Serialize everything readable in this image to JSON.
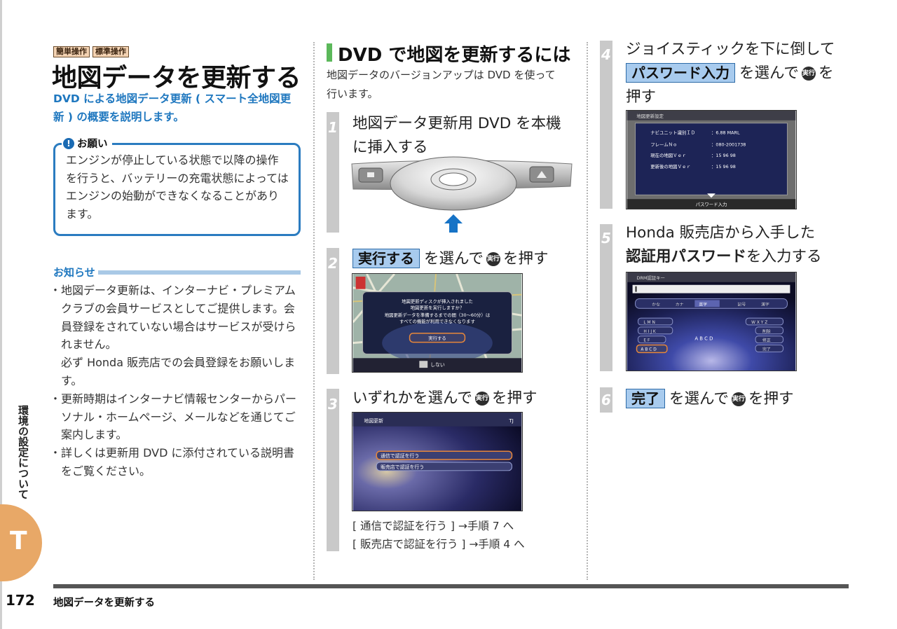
{
  "tags": [
    "簡単操作",
    "標準操作"
  ],
  "title": "地図データを更新する",
  "subtitle": "DVD による地図データ更新 ( スマート全地図更新 ) の概要を説明します。",
  "notice": {
    "label": "お願い",
    "icon": "exclamation-icon",
    "text": "エンジンが停止している状態で以降の操作を行うと、バッテリーの充電状態によってはエンジンの始動ができなくなることがあります。"
  },
  "info": {
    "heading": "お知らせ",
    "items": [
      "地図データ更新は、インターナビ・プレミアムクラブの会員サービスとしてご提供します。会員登録をされていない場合はサービスが受けられません。",
      "更新時期はインターナビ情報センターからパーソナル・ホームページ、メールなどを通じてご案内します。",
      "詳しくは更新用 DVD に添付されている説明書をご覧ください。"
    ],
    "item0_extra": "必ず Honda 販売店での会員登録をお願いします。"
  },
  "side_label": "環境の設定について",
  "side_badge": "T",
  "section": {
    "title": "DVD で地図を更新するには",
    "intro": "地図データのバージョンアップは DVD を使って行います。"
  },
  "exec_icon_label": "実行",
  "steps": [
    {
      "num": "1",
      "text": "地図データ更新用 DVD を本機に挿入する"
    },
    {
      "num": "2",
      "button": "実行する",
      "after": "を選んで",
      "tail": "を押す"
    },
    {
      "num": "3",
      "before": "いずれかを選んで",
      "tail": "を押す",
      "links": [
        "[ 通信で認証を行う ] →手順 7 へ",
        "[ 販売店で認証を行う ] →手順 4 へ"
      ]
    },
    {
      "num": "4",
      "line1": "ジョイスティックを下に倒して",
      "button": "パスワード入力",
      "after": "を選んで",
      "tail": "を",
      "line3": "押す"
    },
    {
      "num": "5",
      "line1": "Honda 販売店から入手した",
      "bold": "認証用パスワード",
      "after": "を入力する"
    },
    {
      "num": "6",
      "button": "完了",
      "after": "を選んで",
      "tail": "を押す"
    }
  ],
  "screen2": {
    "dialog_line1": "地図更新ディスクが挿入されました",
    "dialog_line2": "地図更新を実行しますか？",
    "dialog_line3": "地図更新データを準備するまでの間（30～60分）は",
    "dialog_line4": "すべての機能が利用できなくなります",
    "dialog_button": "実行する",
    "bottom_label": "しない"
  },
  "screen3": {
    "title": "地図更新",
    "corner": "TJ",
    "option1": "通信で認証を行う",
    "option2": "販売店で認証を行う"
  },
  "screen4": {
    "title": "地図更新設定",
    "rows": [
      {
        "label": "ナビユニット識別ＩＤ",
        "value": "：6.88 MARL"
      },
      {
        "label": "フレームＮｏ",
        "value": "：080-2001738"
      },
      {
        "label": "現在の地図Ｖｅｒ",
        "value": "：15 96 98"
      },
      {
        "label": "更新後の地図Ｖｅｒ",
        "value": "：15 96 98"
      }
    ],
    "bottom": "パスワード入力"
  },
  "screen5": {
    "title": "DRM認証キー",
    "tabs": [
      "かな",
      "カナ",
      "英字",
      "記号",
      "漢字"
    ],
    "keys": [
      "L M N",
      "H I J K",
      "E F",
      "A B C D",
      "A B C D",
      "W X Y Z",
      "削除",
      "修正",
      "完了"
    ]
  },
  "footer": {
    "page_number": "172",
    "title": "地図データを更新する"
  },
  "colors": {
    "accent_blue": "#1e77bf",
    "notice_border": "#2b7cc0",
    "section_green": "#5bb85a",
    "button_fill": "#a8cbee",
    "badge_orange": "#e8a867"
  }
}
